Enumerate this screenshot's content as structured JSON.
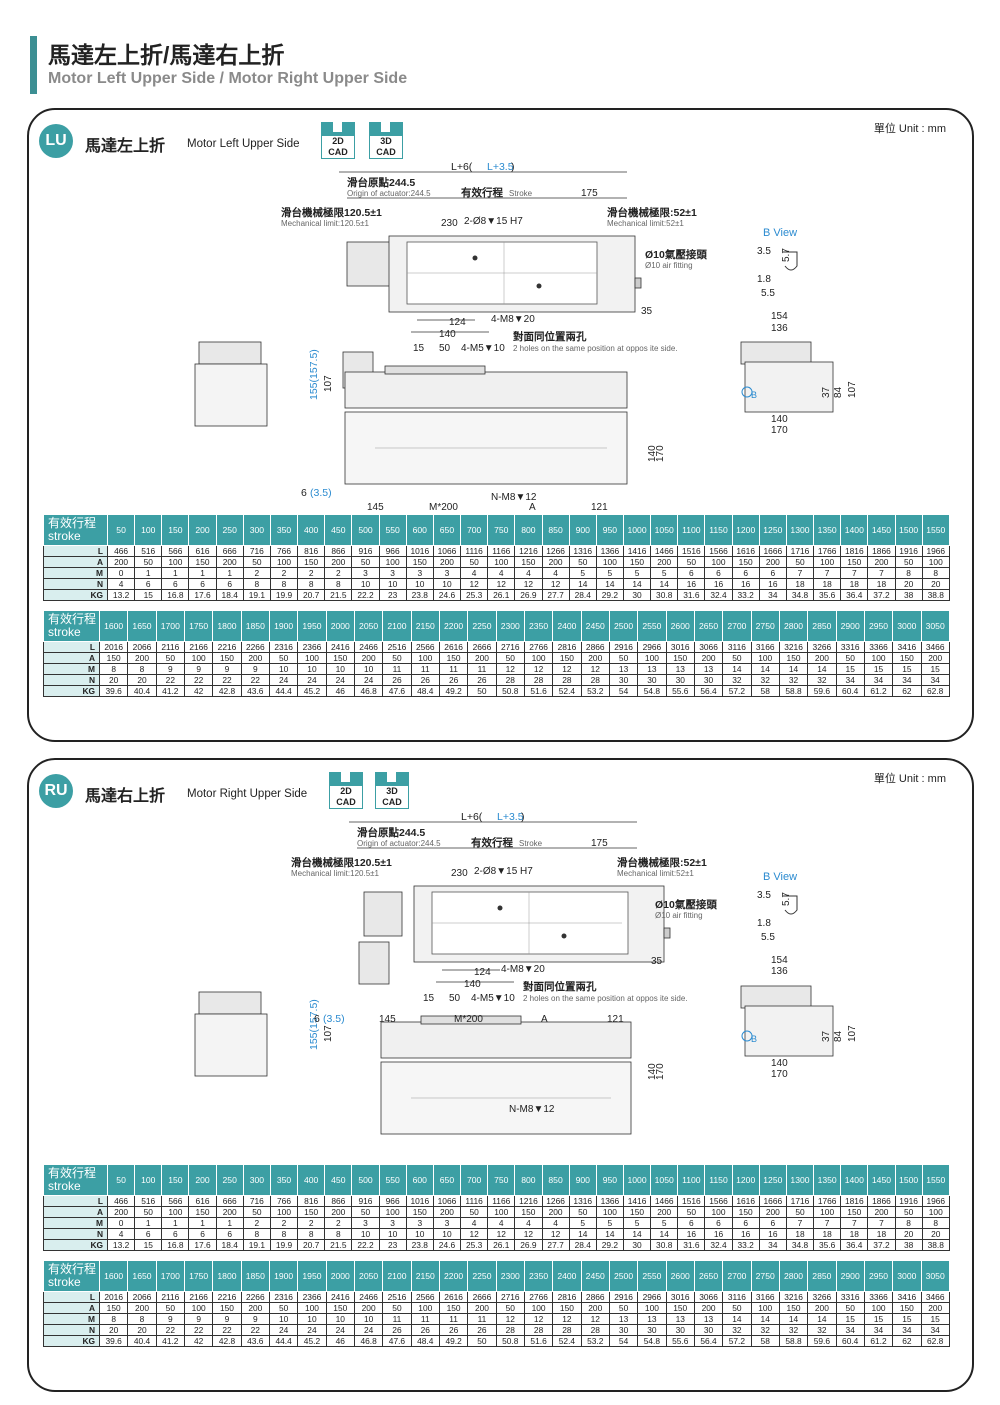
{
  "header": {
    "title_zh": "馬達左上折/馬達右上折",
    "title_en": "Motor Left Upper Side / Motor Right Upper Side"
  },
  "colors": {
    "accent": "#3c9fa4",
    "accent_dark": "#3c8f93",
    "dim_blue": "#2b8bd0"
  },
  "cad_labels": {
    "cad2d": [
      "2D",
      "CAD"
    ],
    "cad3d": [
      "3D",
      "CAD"
    ]
  },
  "drawing_labels": {
    "total_length": "L+6(",
    "total_length_alt": "L+3.5",
    "total_length_end": ")",
    "origin": "滑台原點244.5",
    "origin_en": "Origin of actuator:244.5",
    "stroke_zh": "有效行程",
    "stroke_en": "Stroke",
    "dim_175": "175",
    "mech_left": "滑台機械極限120.5±1",
    "mech_left_en": "Mechanical limit:120.5±1",
    "mech_right": "滑台機械極限:52±1",
    "mech_right_en": "Mechanical limit:52±1",
    "dim_230": "230",
    "pin_hole": "2-Ø8▼15 H7",
    "air_fitting": "Ø10氣壓接頭",
    "air_fitting_en": "Ø10 air fitting",
    "dim_35": "35",
    "tap_m8": "4-M8▼20",
    "dim_124": "124",
    "dim_140": "140",
    "dim_15": "15",
    "dim_50": "50",
    "tap_m5": "4-M5▼10",
    "opposite_zh": "對面同位置兩孔",
    "opposite_en": "2 holes on the same position at oppos ite side.",
    "height_155": "155(157.5)",
    "dim_107": "107",
    "dim_6": "6",
    "dim_6_alt": "(3.5)",
    "dim_145": "145",
    "m200": "M*200",
    "dim_A": "A",
    "dim_121": "121",
    "n_m8": "N-M8▼12",
    "dim_170": "170",
    "b_view": "B View",
    "b_35": "3.5",
    "b_57": "5.7",
    "b_18": "1.8",
    "b_55": "5.5",
    "dim_154": "154",
    "dim_136": "136",
    "dim_37": "37",
    "dim_84": "84",
    "b_mark": "B"
  },
  "panels": [
    {
      "id": "LU",
      "title_zh": "馬達左上折",
      "title_en": "Motor Left Upper Side",
      "unit": "單位 Unit : mm"
    },
    {
      "id": "RU",
      "title_zh": "馬達右上折",
      "title_en": "Motor Right Upper Side",
      "unit": "單位 Unit : mm"
    }
  ],
  "table": {
    "head_zh": "有效行程",
    "head_en": "stroke",
    "row_labels": [
      "L",
      "A",
      "M",
      "N",
      "KG"
    ],
    "blocks": [
      {
        "stroke": [
          "50",
          "100",
          "150",
          "200",
          "250",
          "300",
          "350",
          "400",
          "450",
          "500",
          "550",
          "600",
          "650",
          "700",
          "750",
          "800",
          "850",
          "900",
          "950",
          "1000",
          "1050",
          "1100",
          "1150",
          "1200",
          "1250",
          "1300",
          "1350",
          "1400",
          "1450",
          "1500",
          "1550"
        ],
        "rows": [
          [
            "466",
            "516",
            "566",
            "616",
            "666",
            "716",
            "766",
            "816",
            "866",
            "916",
            "966",
            "1016",
            "1066",
            "1116",
            "1166",
            "1216",
            "1266",
            "1316",
            "1366",
            "1416",
            "1466",
            "1516",
            "1566",
            "1616",
            "1666",
            "1716",
            "1766",
            "1816",
            "1866",
            "1916",
            "1966"
          ],
          [
            "200",
            "50",
            "100",
            "150",
            "200",
            "50",
            "100",
            "150",
            "200",
            "50",
            "100",
            "150",
            "200",
            "50",
            "100",
            "150",
            "200",
            "50",
            "100",
            "150",
            "200",
            "50",
            "100",
            "150",
            "200",
            "50",
            "100",
            "150",
            "200",
            "50",
            "100"
          ],
          [
            "0",
            "1",
            "1",
            "1",
            "1",
            "2",
            "2",
            "2",
            "2",
            "3",
            "3",
            "3",
            "3",
            "4",
            "4",
            "4",
            "4",
            "5",
            "5",
            "5",
            "5",
            "6",
            "6",
            "6",
            "6",
            "7",
            "7",
            "7",
            "7",
            "8",
            "8"
          ],
          [
            "4",
            "6",
            "6",
            "6",
            "6",
            "8",
            "8",
            "8",
            "8",
            "10",
            "10",
            "10",
            "10",
            "12",
            "12",
            "12",
            "12",
            "14",
            "14",
            "14",
            "14",
            "16",
            "16",
            "16",
            "16",
            "18",
            "18",
            "18",
            "18",
            "20",
            "20"
          ],
          [
            "13.2",
            "15",
            "16.8",
            "17.6",
            "18.4",
            "19.1",
            "19.9",
            "20.7",
            "21.5",
            "22.2",
            "23",
            "23.8",
            "24.6",
            "25.3",
            "26.1",
            "26.9",
            "27.7",
            "28.4",
            "29.2",
            "30",
            "30.8",
            "31.6",
            "32.4",
            "33.2",
            "34",
            "34.8",
            "35.6",
            "36.4",
            "37.2",
            "38",
            "38.8"
          ]
        ]
      },
      {
        "stroke": [
          "1600",
          "1650",
          "1700",
          "1750",
          "1800",
          "1850",
          "1900",
          "1950",
          "2000",
          "2050",
          "2100",
          "2150",
          "2200",
          "2250",
          "2300",
          "2350",
          "2400",
          "2450",
          "2500",
          "2550",
          "2600",
          "2650",
          "2700",
          "2750",
          "2800",
          "2850",
          "2900",
          "2950",
          "3000",
          "3050"
        ],
        "rows": [
          [
            "2016",
            "2066",
            "2116",
            "2166",
            "2216",
            "2266",
            "2316",
            "2366",
            "2416",
            "2466",
            "2516",
            "2566",
            "2616",
            "2666",
            "2716",
            "2766",
            "2816",
            "2866",
            "2916",
            "2966",
            "3016",
            "3066",
            "3116",
            "3166",
            "3216",
            "3266",
            "3316",
            "3366",
            "3416",
            "3466"
          ],
          [
            "150",
            "200",
            "50",
            "100",
            "150",
            "200",
            "50",
            "100",
            "150",
            "200",
            "50",
            "100",
            "150",
            "200",
            "50",
            "100",
            "150",
            "200",
            "50",
            "100",
            "150",
            "200",
            "50",
            "100",
            "150",
            "200",
            "50",
            "100",
            "150",
            "200"
          ],
          [
            "8",
            "8",
            "9",
            "9",
            "9",
            "9",
            "10",
            "10",
            "10",
            "10",
            "11",
            "11",
            "11",
            "11",
            "12",
            "12",
            "12",
            "12",
            "13",
            "13",
            "13",
            "13",
            "14",
            "14",
            "14",
            "14",
            "15",
            "15",
            "15",
            "15"
          ],
          [
            "20",
            "20",
            "22",
            "22",
            "22",
            "22",
            "24",
            "24",
            "24",
            "24",
            "26",
            "26",
            "26",
            "26",
            "28",
            "28",
            "28",
            "28",
            "30",
            "30",
            "30",
            "30",
            "32",
            "32",
            "32",
            "32",
            "34",
            "34",
            "34",
            "34"
          ],
          [
            "39.6",
            "40.4",
            "41.2",
            "42",
            "42.8",
            "43.6",
            "44.4",
            "45.2",
            "46",
            "46.8",
            "47.6",
            "48.4",
            "49.2",
            "50",
            "50.8",
            "51.6",
            "52.4",
            "53.2",
            "54",
            "54.8",
            "55.6",
            "56.4",
            "57.2",
            "58",
            "58.8",
            "59.6",
            "60.4",
            "61.2",
            "62",
            "62.8"
          ]
        ]
      }
    ]
  }
}
